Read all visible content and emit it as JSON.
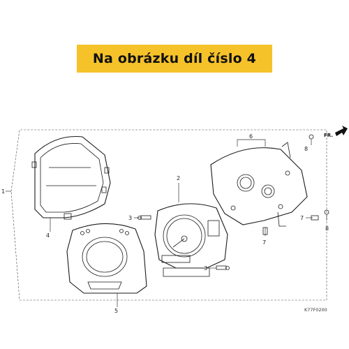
{
  "banner": {
    "text": "Na obrázku díl číslo 4",
    "color": "#f6c22a"
  },
  "labels": {
    "p1": "1",
    "p2": "2",
    "p3a": "3",
    "p3b": "3",
    "p4": "4",
    "p5": "5",
    "p6": "6",
    "p7a": "7",
    "p7b": "7",
    "p8a": "8",
    "p8b": "8"
  },
  "direction_label": "FR.",
  "drawing_code": "K77F0200"
}
